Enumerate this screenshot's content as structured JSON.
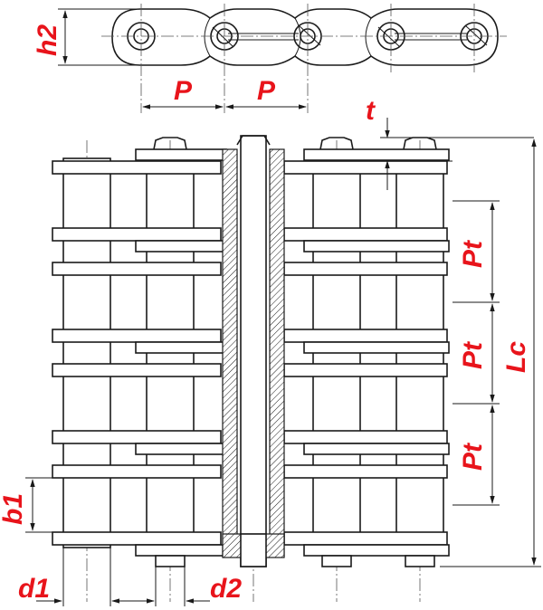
{
  "colors": {
    "label": "#e8141b",
    "line": "#1a1a1a"
  },
  "labels": {
    "h2": "h2",
    "p_left": "P",
    "p_right": "P",
    "t": "t",
    "pt_1": "Pt",
    "pt_2": "Pt",
    "pt_3": "Pt",
    "lc": "Lc",
    "b1": "b1",
    "d1": "d1",
    "d2": "d2"
  }
}
